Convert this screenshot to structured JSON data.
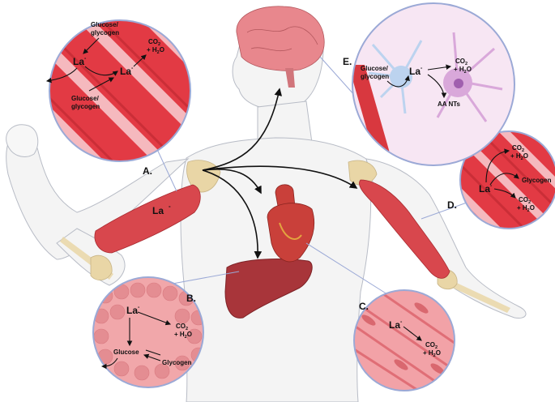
{
  "panels": {
    "a": {
      "letter": "A.",
      "glucose_top": [
        "Glucose/",
        "glycogen"
      ],
      "la_left": "La",
      "la_mid": "La",
      "co2": "CO",
      "co2_sub": "2",
      "h2o": "+ H",
      "h2o_sub": "2",
      "h2o_o": "O",
      "glucose_bottom": [
        "Glucose/",
        "glycogen"
      ]
    },
    "b": {
      "letter": "B.",
      "la": "La",
      "co2": "CO",
      "co2_sub": "2",
      "h2o": "+ H",
      "h2o_sub": "2",
      "h2o_o": "O",
      "glucose": "Glucose",
      "glycogen": "Glycogen"
    },
    "c": {
      "letter": "C.",
      "la": "La",
      "co2": "CO",
      "co2_sub": "2",
      "h2o": "+ H",
      "h2o_sub": "2",
      "h2o_o": "O"
    },
    "d": {
      "letter": "D.",
      "la": "La",
      "co2_top": "CO",
      "co2_top_sub": "2",
      "h2o_top": "+ H",
      "h2o_top_sub": "2",
      "h2o_top_o": "O",
      "glycogen": "Glycogen",
      "co2_bottom": "CO",
      "co2_bottom_sub": "2",
      "h2o_bottom": "+ H",
      "h2o_bottom_sub": "2",
      "h2o_bottom_o": "O"
    },
    "e": {
      "letter": "E.",
      "glucose": [
        "Glucose/",
        "glycogen"
      ],
      "la": "La",
      "co2": "CO",
      "co2_sub": "2",
      "h2o": "+ H",
      "h2o_sub": "2",
      "h2o_o": "O",
      "aa_nts": "AA NTs"
    }
  },
  "body_label": {
    "la": "La",
    "charge": "-"
  },
  "charge": "-",
  "colors": {
    "muscle_red": "#d8383f",
    "muscle_light": "#f7b8bd",
    "liver": "#a8353a",
    "heart": "#c9403a",
    "brain": "#e8878d",
    "bone": "#e9d6a6",
    "skin": "#f2f2f2",
    "outline": "#b8bcc6",
    "circle_border": "#9ba9d6",
    "neuron_blue": "#bcd3ef",
    "neuron_purple": "#d9a8da"
  }
}
